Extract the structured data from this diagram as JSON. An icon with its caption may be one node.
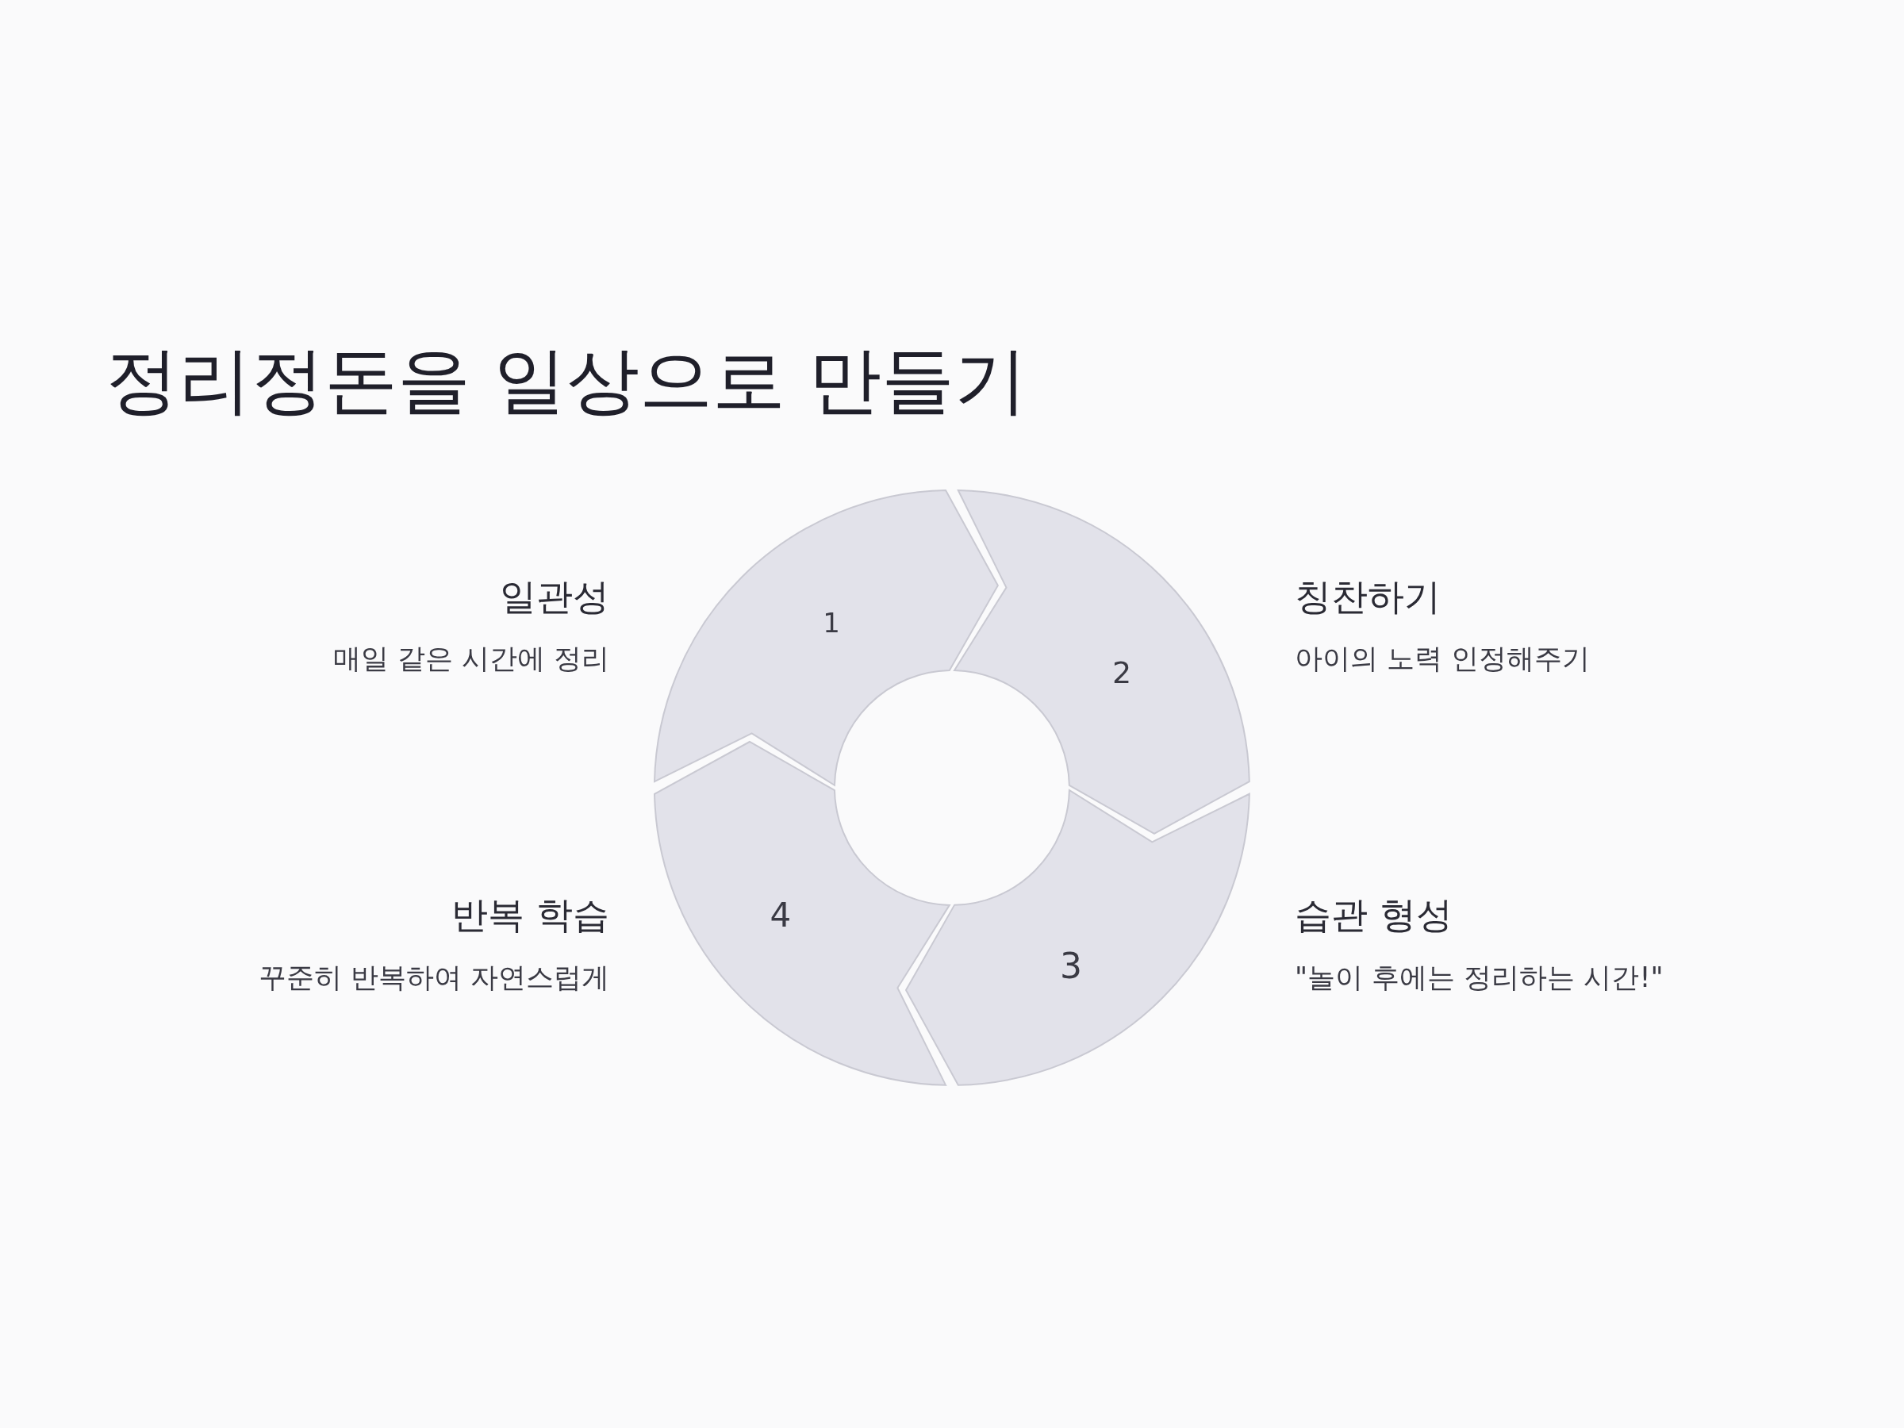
{
  "diagram": {
    "title": "정리정돈을 일상으로 만들기",
    "nodes": [
      {
        "text": [
          "1"
        ],
        "beside": [
          "일관성",
          "매일 같은 시간에 정리"
        ]
      },
      {
        "text": [
          "2"
        ],
        "beside": [
          "칭찬하기",
          "아이의 노력 인정해주기"
        ]
      },
      {
        "text": [
          "3"
        ],
        "beside": [
          "습관 형성",
          "\"놀이 후에는 정리하는 시간!\""
        ]
      },
      {
        "text": [
          "4"
        ],
        "beside": [
          "반복 학습",
          "꾸준히 반복하여 자연스럽게"
        ]
      }
    ]
  }
}
